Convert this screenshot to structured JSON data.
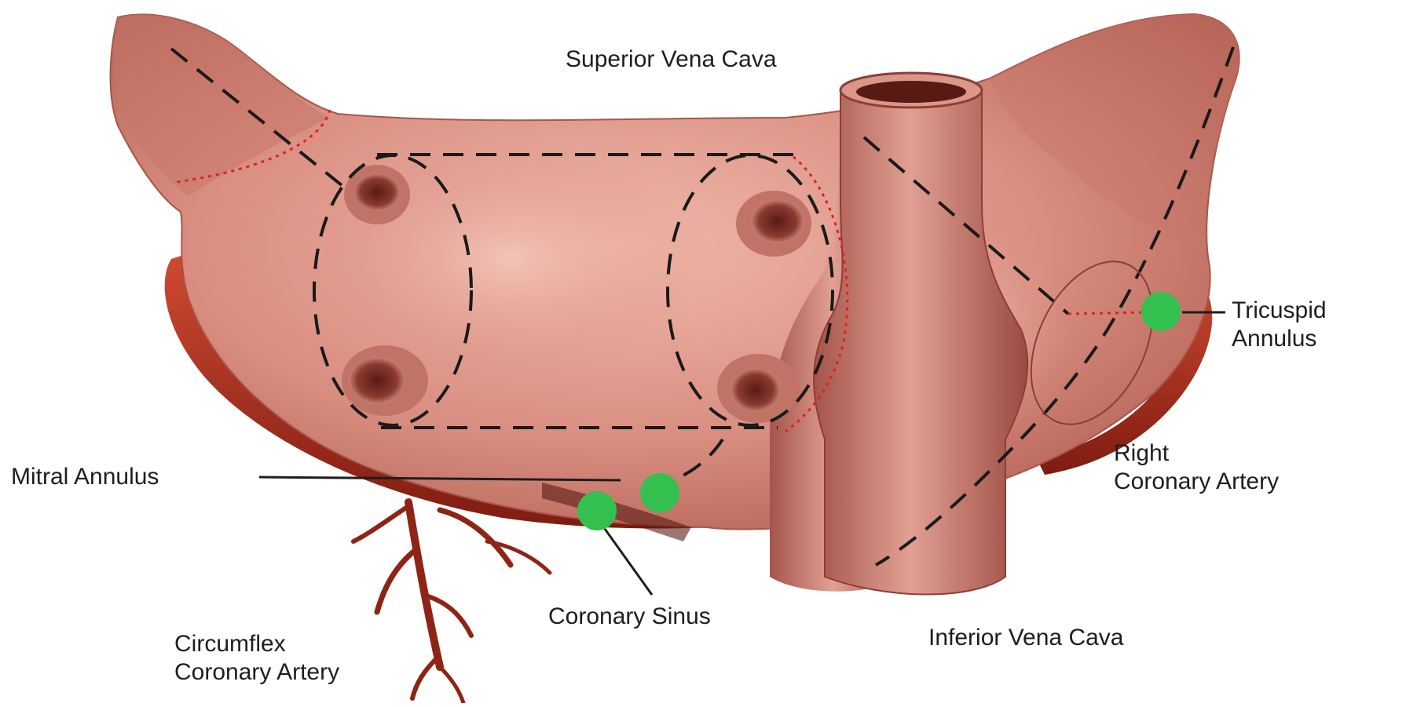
{
  "labels": {
    "superior_vena_cava": "Superior Vena Cava",
    "tricuspid_annulus": [
      "Tricuspid",
      "Annulus"
    ],
    "right_coronary_artery": [
      "Right",
      "Coronary Artery"
    ],
    "mitral_annulus": "Mitral Annulus",
    "coronary_sinus": "Coronary Sinus",
    "inferior_vena_cava": "Inferior Vena Cava",
    "circumflex_coronary_artery": [
      "Circumflex",
      "Coronary Artery"
    ]
  },
  "colors": {
    "atrium_light": "#e8aa9e",
    "atrium_mid": "#cd7f72",
    "atrium_dark": "#9c4a3f",
    "artery": "#b8321f",
    "artery_dark": "#7e1c10",
    "marker": "#33c04f",
    "dash_line": "#1a1a1a",
    "dotted_line": "#e02222"
  },
  "icons": {
    "marker": "green-dot-icon"
  }
}
